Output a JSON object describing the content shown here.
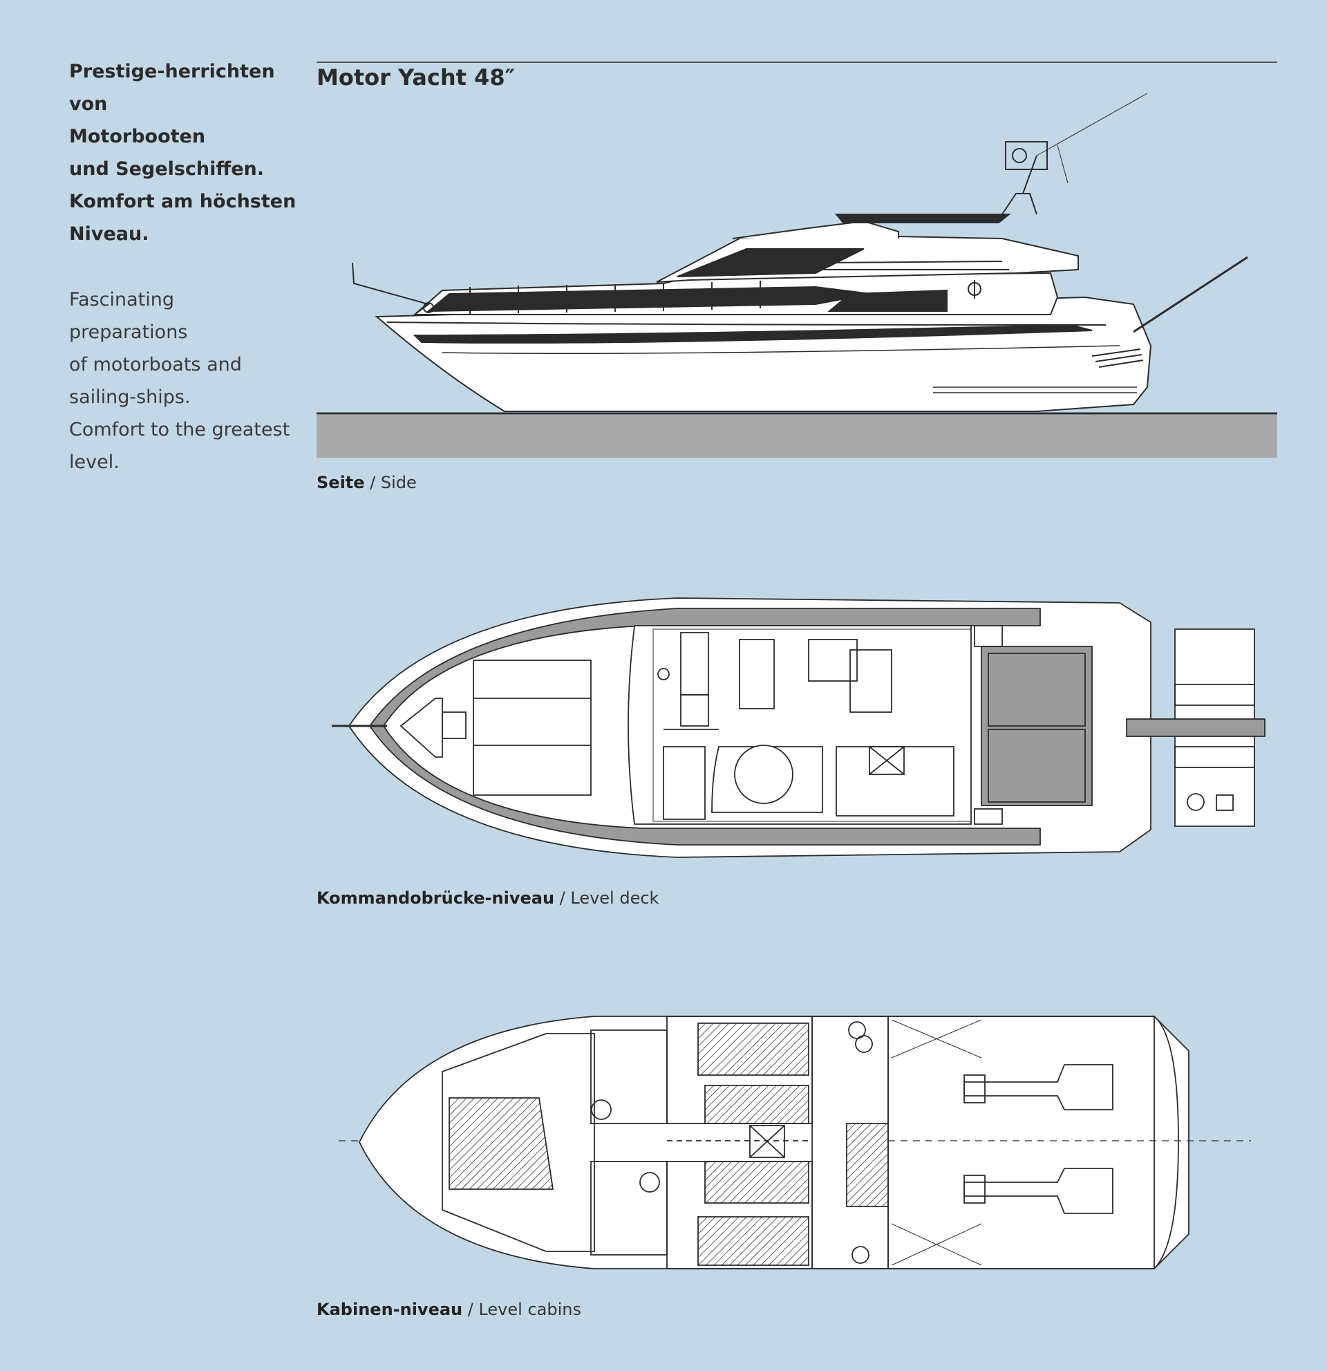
{
  "intro": {
    "german": [
      "Prestige-herrichten von",
      "Motorbooten",
      "und Segelschiffen.",
      "Komfort am höchsten",
      "Niveau."
    ],
    "english": [
      "Fascinating preparations",
      "of motorboats and",
      "sailing-ships.",
      "Comfort to the greatest",
      "level."
    ]
  },
  "title": "Motor Yacht 48″",
  "captions": {
    "side": {
      "bold": "Seite",
      "sep": " / ",
      "normal": "Side"
    },
    "deck": {
      "bold": "Kommandobrücke-niveau",
      "sep": " / ",
      "normal": "Level deck"
    },
    "cabins": {
      "bold": "Kabinen-niveau",
      "sep": " / ",
      "normal": "Level cabins"
    }
  },
  "colors": {
    "background": "#c3d8e7",
    "ground": "#a9a9a9",
    "line": "#2b2b2b",
    "hull": "#ffffff",
    "tint": "#9b9b9b"
  }
}
